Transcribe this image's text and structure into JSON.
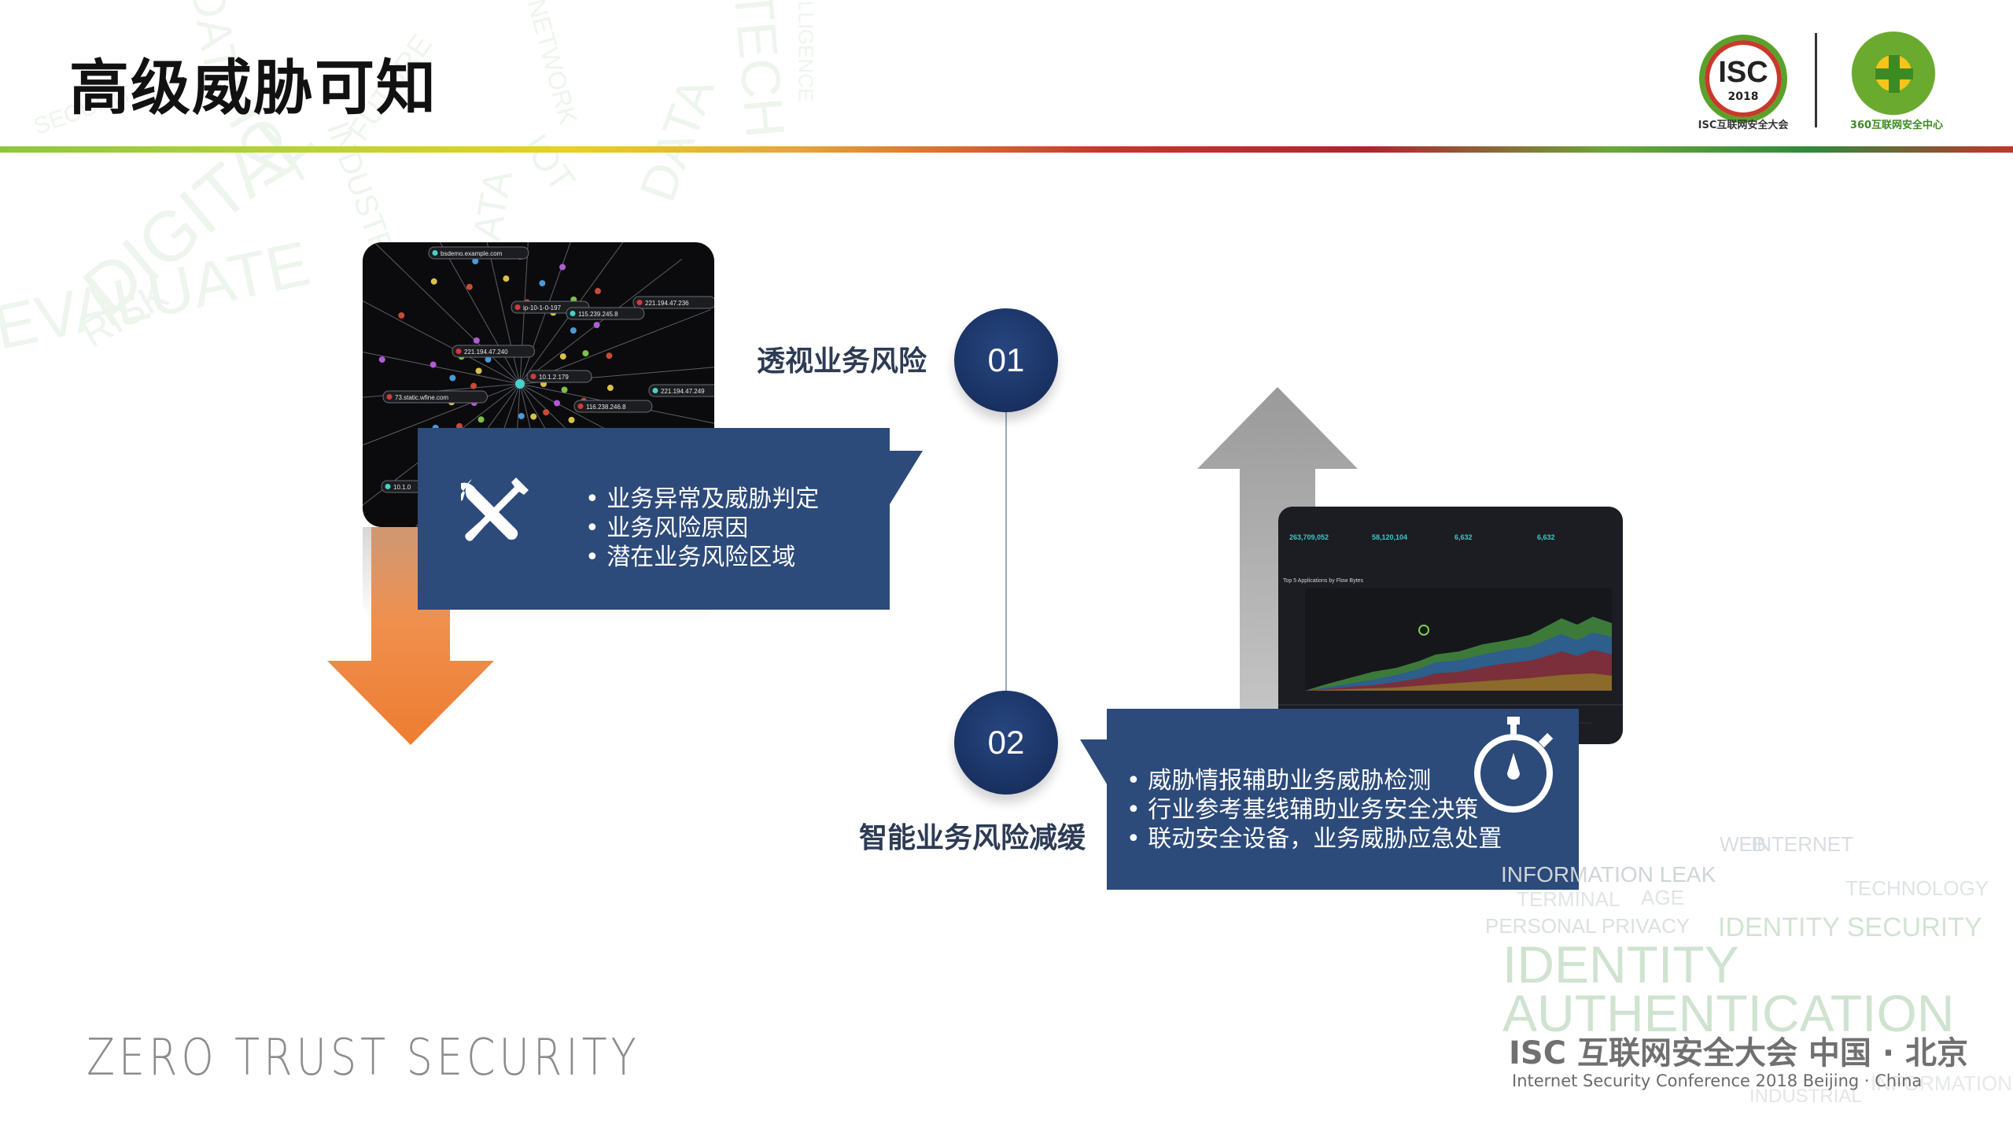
{
  "slide": {
    "title": "高级威胁可知",
    "watermark_text": "ZERO TRUST SECURITY"
  },
  "logos": {
    "isc": {
      "text": "ISC",
      "year": "2018",
      "caption": "ISC互联网安全大会"
    },
    "q360": {
      "caption": "360互联网安全中心"
    }
  },
  "step1": {
    "number": "01",
    "label": "透视业务风险",
    "icon": "wrench-screwdriver-icon",
    "bullets": [
      "业务异常及威胁判定",
      "业务风险原因",
      "潜在业务风险区域"
    ]
  },
  "step2": {
    "number": "02",
    "label": "智能业务风险减缓",
    "icon": "stopwatch-icon",
    "bullets": [
      "威胁情报辅助业务威胁检测",
      "行业参考基线辅助业务安全决策",
      "联动安全设备，业务威胁应急处置"
    ]
  },
  "screenshot1": {
    "nodes": [
      "bsdemo.example.com",
      "221.194.47.236",
      "ip-10-1-0-197",
      "115.239.245.8",
      "221.194.47.240",
      "10.1.2.179",
      "221.194.47.249",
      "116.238.246.8",
      "73.static.wfine.com",
      "10.1.0"
    ]
  },
  "screenshot2": {
    "values": [
      "263,709,052",
      "58,120,104",
      "6,632",
      "6,632"
    ],
    "chart_title": "Top 5 Applications by Flow Bytes"
  },
  "word_cloud": [
    "WEB",
    "INTERNET",
    "INFORMATION LEAK",
    "TECHNOLOGY",
    "TERMINAL",
    "AGE",
    "PERSONAL PRIVACY",
    "IDENTITY SECURITY",
    "IDENTITY",
    "AUTHENTICATION",
    "INDUSTRIAL",
    "INFORMATION"
  ],
  "background_words": [
    "EVALUATE",
    "DIGITAL",
    "DATA",
    "IOT",
    "TECH",
    "RISK",
    "INDUSTRY",
    "DATA",
    "FUTURE",
    "INTELLIGENCE",
    "NETWORK",
    "SECURITY",
    "DATA",
    "IOT"
  ],
  "footer": {
    "line1": "ISC 互联网安全大会 中国 · 北京",
    "line2": "Internet Security Conference 2018  Beijing · China"
  },
  "colors": {
    "box": "#2c4a7a",
    "circle": "#1b3466",
    "arrow_down": "#ed7d31",
    "arrow_up": "#a6a6a6",
    "label": "#2d3b55"
  }
}
